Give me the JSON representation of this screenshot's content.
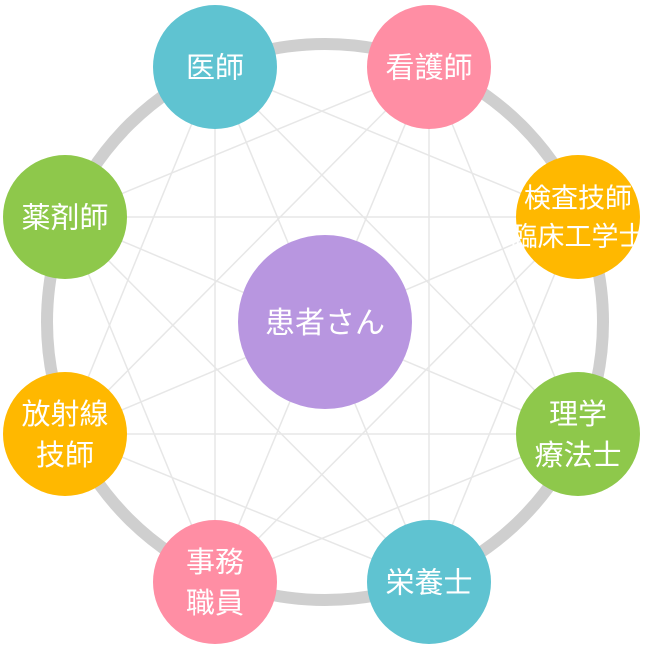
{
  "center": {
    "label": "患者さん",
    "color": "#b896e0"
  },
  "ring_color": "#cfcfcf",
  "web_color": "#e7e7e7",
  "nodes": [
    {
      "id": "doctor",
      "lines": [
        "医師"
      ],
      "color": "#5fc3d1"
    },
    {
      "id": "nurse",
      "lines": [
        "看護師"
      ],
      "color": "#ff8ea4"
    },
    {
      "id": "lab-technician",
      "lines": [
        "検査技師",
        "臨床工学士"
      ],
      "color": "#ffb800"
    },
    {
      "id": "physical-therapist",
      "lines": [
        "理学",
        "療法士"
      ],
      "color": "#8ec84b"
    },
    {
      "id": "dietitian",
      "lines": [
        "栄養士"
      ],
      "color": "#5fc3d1"
    },
    {
      "id": "clerical-staff",
      "lines": [
        "事務",
        "職員"
      ],
      "color": "#ff8ea4"
    },
    {
      "id": "radiology-technician",
      "lines": [
        "放射線",
        "技師"
      ],
      "color": "#ffb800"
    },
    {
      "id": "pharmacist",
      "lines": [
        "薬剤師"
      ],
      "color": "#8ec84b"
    }
  ]
}
